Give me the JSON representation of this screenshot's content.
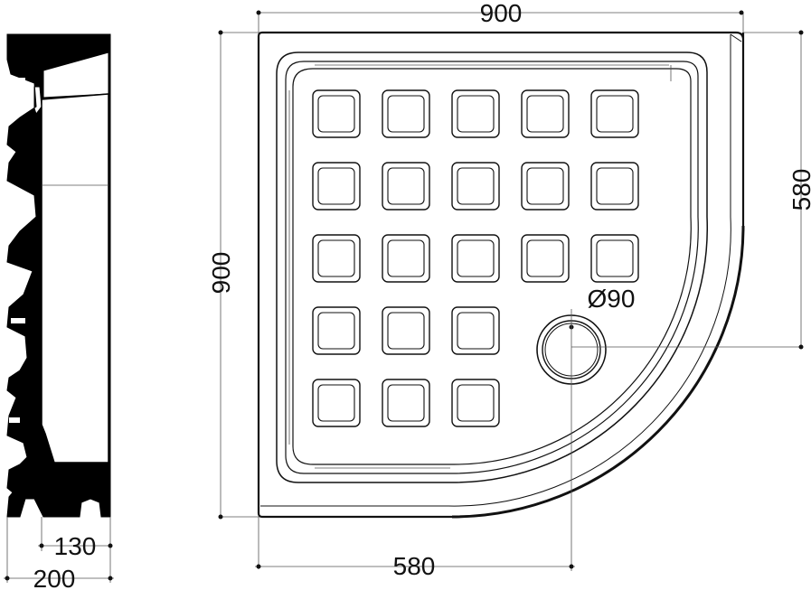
{
  "drawing": {
    "title": "",
    "section_view": {
      "total_height_label": "200",
      "tray_height_label": "130"
    },
    "plan_view": {
      "width_label": "900",
      "depth_label": "900",
      "radius_start_label": "580",
      "drain_offset_label": "580",
      "drain_diameter_label": "Ø90"
    },
    "anti_slip_pads": {
      "rows": [
        5,
        5,
        5,
        3,
        3
      ]
    }
  }
}
